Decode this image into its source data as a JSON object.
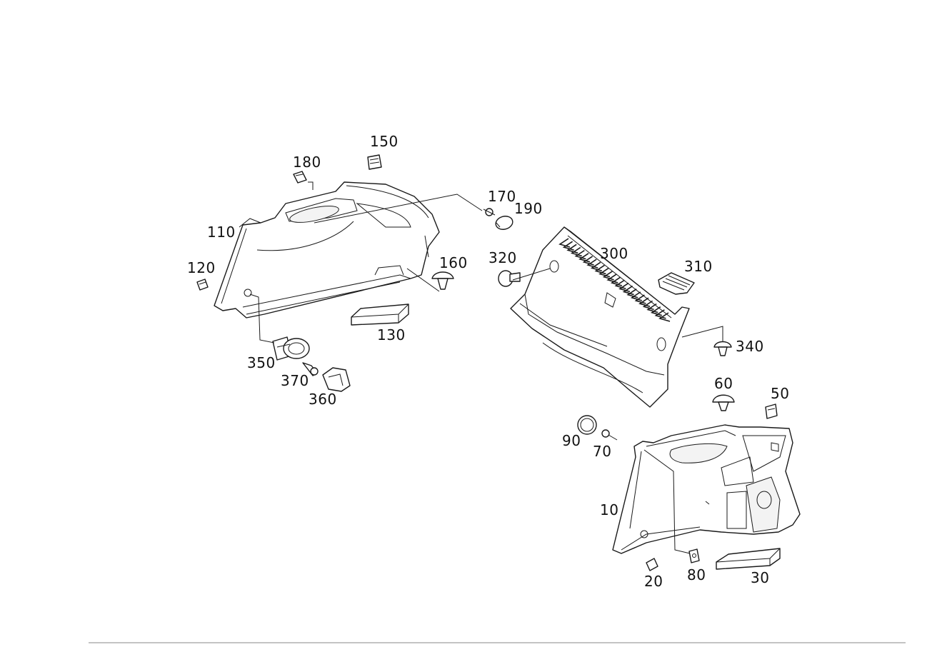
{
  "diagram": {
    "callouts": [
      {
        "id": "c150",
        "label": "150"
      },
      {
        "id": "c180",
        "label": "180"
      },
      {
        "id": "c170",
        "label": "170"
      },
      {
        "id": "c190",
        "label": "190"
      },
      {
        "id": "c110",
        "label": "110"
      },
      {
        "id": "c120",
        "label": "120"
      },
      {
        "id": "c160",
        "label": "160"
      },
      {
        "id": "c130",
        "label": "130"
      },
      {
        "id": "c350",
        "label": "350"
      },
      {
        "id": "c370",
        "label": "370"
      },
      {
        "id": "c360",
        "label": "360"
      },
      {
        "id": "c320",
        "label": "320"
      },
      {
        "id": "c300",
        "label": "300"
      },
      {
        "id": "c310",
        "label": "310"
      },
      {
        "id": "c340",
        "label": "340"
      },
      {
        "id": "c60",
        "label": "60"
      },
      {
        "id": "c50",
        "label": "50"
      },
      {
        "id": "c90",
        "label": "90"
      },
      {
        "id": "c70",
        "label": "70"
      },
      {
        "id": "c10",
        "label": "10"
      },
      {
        "id": "c20",
        "label": "20"
      },
      {
        "id": "c80",
        "label": "80"
      },
      {
        "id": "c30",
        "label": "30"
      }
    ]
  },
  "colors": {
    "line": "#1a1a1a",
    "background": "#ffffff",
    "footer_rule": "#888888"
  }
}
